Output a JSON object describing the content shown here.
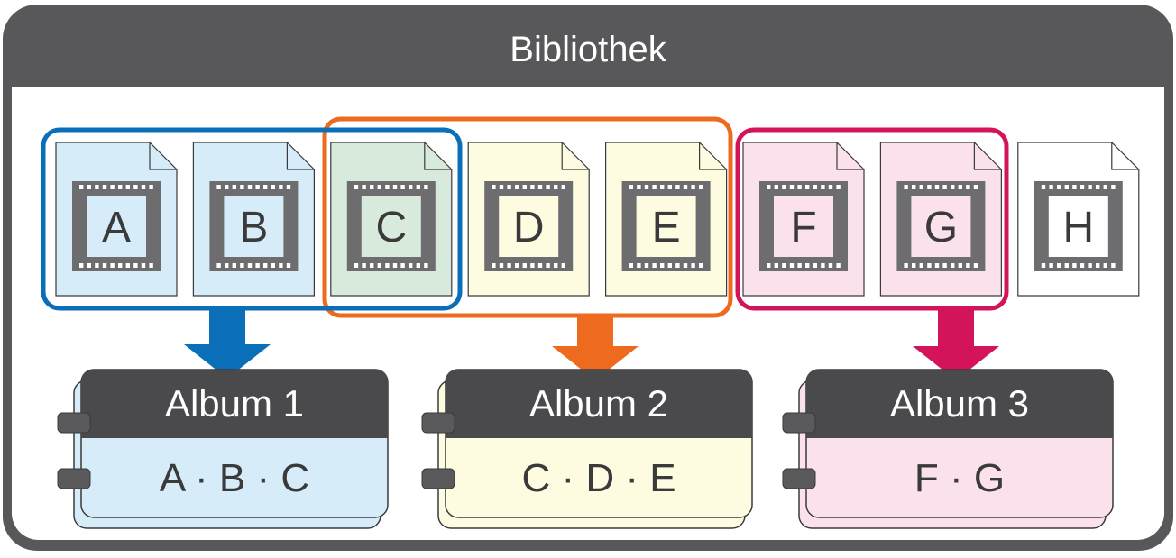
{
  "library": {
    "title": "Bibliothek"
  },
  "files": [
    {
      "letter": "A",
      "fill": "#d6ecf9"
    },
    {
      "letter": "B",
      "fill": "#d6ecf9"
    },
    {
      "letter": "C",
      "fill": "#d8eadc"
    },
    {
      "letter": "D",
      "fill": "#fdfbe0"
    },
    {
      "letter": "E",
      "fill": "#fdfbe0"
    },
    {
      "letter": "F",
      "fill": "#fbe1eb"
    },
    {
      "letter": "G",
      "fill": "#fbe1eb"
    },
    {
      "letter": "H",
      "fill": "#ffffff"
    }
  ],
  "albums": [
    {
      "title": "Album 1",
      "contents": "A · B · C",
      "color": "#0a6fb8",
      "body_color": "#d6ecf9",
      "files": [
        "A",
        "B",
        "C"
      ]
    },
    {
      "title": "Album 2",
      "contents": "C · D · E",
      "color": "#ee6a1f",
      "body_color": "#fdfbe0",
      "files": [
        "C",
        "D",
        "E"
      ]
    },
    {
      "title": "Album 3",
      "contents": "F · G",
      "color": "#d4145a",
      "body_color": "#fbe1eb",
      "files": [
        "F",
        "G"
      ]
    }
  ],
  "colors": {
    "frame": "#58585a",
    "header_text": "#ffffff",
    "icon": "#6d6d6f",
    "text": "#3a3a3a"
  }
}
